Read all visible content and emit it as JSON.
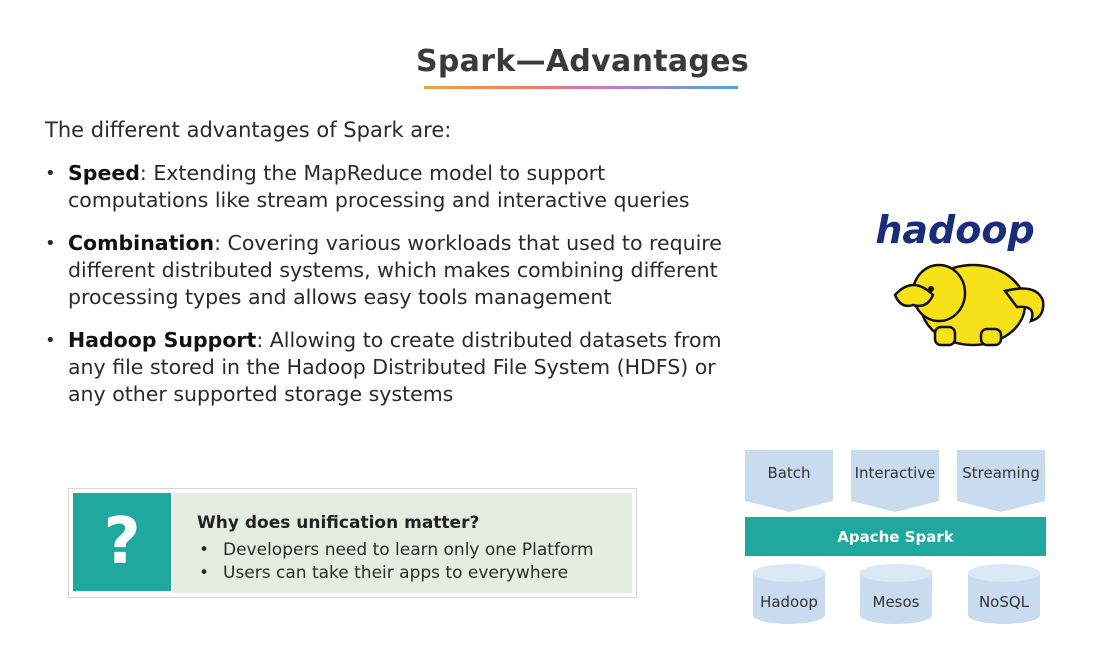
{
  "title": "Spark—Advantages",
  "intro": "The different advantages of Spark are:",
  "advantages": [
    {
      "term": "Speed",
      "text": ": Extending the MapReduce model to support computations like stream processing and interactive queries"
    },
    {
      "term": "Combination",
      "text": ": Covering various workloads that used to require different distributed systems, which makes combining different processing types and allows easy tools management"
    },
    {
      "term": "Hadoop Support",
      "text": ": Allowing to create distributed datasets from any file stored in the Hadoop Distributed File System (HDFS) or any other supported storage systems"
    }
  ],
  "callout": {
    "icon_text": "?",
    "heading": "Why does unification matter?",
    "points": [
      "Developers need to learn only one Platform",
      "Users can take their apps to everywhere"
    ]
  },
  "logo": {
    "text": "hadoop",
    "icon": "hadoop-elephant-icon"
  },
  "architecture": {
    "workloads": [
      "Batch",
      "Interactive",
      "Streaming"
    ],
    "engine": "Apache Spark",
    "storage": [
      "Hadoop",
      "Mesos",
      "NoSQL"
    ]
  },
  "colors": {
    "teal": "#1fa99e",
    "light_blue": "#c9dcef",
    "callout_bg": "#e4ede0",
    "elephant": "#f7e118"
  }
}
